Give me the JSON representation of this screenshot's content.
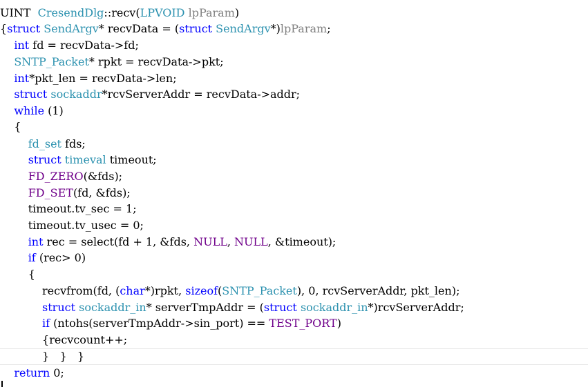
{
  "editor": {
    "lines": [
      [
        {
          "t": "UINT ",
          "c": "fn"
        },
        {
          "t": " CresendDlg",
          "c": "ty"
        },
        {
          "t": "::recv(",
          "c": "fn"
        },
        {
          "t": "LPVOID",
          "c": "ty"
        },
        {
          "t": " lpParam",
          "c": "par"
        },
        {
          "t": ")",
          "c": "fn"
        }
      ],
      [
        {
          "t": "{",
          "c": "fn"
        },
        {
          "t": "struct",
          "c": "kw"
        },
        {
          "t": " ",
          "c": "fn"
        },
        {
          "t": "SendArgv",
          "c": "ty"
        },
        {
          "t": "* recvData = (",
          "c": "fn"
        },
        {
          "t": "struct",
          "c": "kw"
        },
        {
          "t": " ",
          "c": "fn"
        },
        {
          "t": "SendArgv",
          "c": "ty"
        },
        {
          "t": "*)",
          "c": "fn"
        },
        {
          "t": "lpParam",
          "c": "par"
        },
        {
          "t": ";",
          "c": "fn"
        }
      ],
      [
        {
          "t": "    ",
          "c": "fn"
        },
        {
          "t": "int",
          "c": "kw"
        },
        {
          "t": " fd = recvData->fd;",
          "c": "fn"
        }
      ],
      [
        {
          "t": "    ",
          "c": "fn"
        },
        {
          "t": "SNTP_Packet",
          "c": "ty"
        },
        {
          "t": "* rpkt = recvData->pkt;",
          "c": "fn"
        }
      ],
      [
        {
          "t": "    ",
          "c": "fn"
        },
        {
          "t": "int",
          "c": "kw"
        },
        {
          "t": "*pkt_len = recvData->len;",
          "c": "fn"
        }
      ],
      [
        {
          "t": "    ",
          "c": "fn"
        },
        {
          "t": "struct",
          "c": "kw"
        },
        {
          "t": " ",
          "c": "fn"
        },
        {
          "t": "sockaddr",
          "c": "ty"
        },
        {
          "t": "*rcvServerAddr = recvData->addr;",
          "c": "fn"
        }
      ],
      [
        {
          "t": "    ",
          "c": "fn"
        },
        {
          "t": "while",
          "c": "kw"
        },
        {
          "t": " (1)",
          "c": "fn"
        }
      ],
      [
        {
          "t": "    {",
          "c": "fn"
        }
      ],
      [
        {
          "t": "        ",
          "c": "fn"
        },
        {
          "t": "fd_set",
          "c": "ty"
        },
        {
          "t": " fds;",
          "c": "fn"
        }
      ],
      [
        {
          "t": "        ",
          "c": "fn"
        },
        {
          "t": "struct",
          "c": "kw"
        },
        {
          "t": " ",
          "c": "fn"
        },
        {
          "t": "timeval",
          "c": "ty"
        },
        {
          "t": " timeout;",
          "c": "fn"
        }
      ],
      [
        {
          "t": "        ",
          "c": "fn"
        },
        {
          "t": "FD_ZERO",
          "c": "mac"
        },
        {
          "t": "(&fds);",
          "c": "fn"
        }
      ],
      [
        {
          "t": "        ",
          "c": "fn"
        },
        {
          "t": "FD_SET",
          "c": "mac"
        },
        {
          "t": "(fd, &fds);",
          "c": "fn"
        }
      ],
      [
        {
          "t": "        timeout.tv_sec = 1;",
          "c": "fn"
        }
      ],
      [
        {
          "t": "        timeout.tv_usec = 0;",
          "c": "fn"
        }
      ],
      [
        {
          "t": "        ",
          "c": "fn"
        },
        {
          "t": "int",
          "c": "kw"
        },
        {
          "t": " rec = select(fd + 1, &fds, ",
          "c": "fn"
        },
        {
          "t": "NULL",
          "c": "mac"
        },
        {
          "t": ", ",
          "c": "fn"
        },
        {
          "t": "NULL",
          "c": "mac"
        },
        {
          "t": ", &timeout);",
          "c": "fn"
        }
      ],
      [
        {
          "t": "        ",
          "c": "fn"
        },
        {
          "t": "if",
          "c": "kw"
        },
        {
          "t": " (rec> 0)",
          "c": "fn"
        }
      ],
      [
        {
          "t": "        {",
          "c": "fn"
        }
      ],
      [
        {
          "t": "            recvfrom(fd, (",
          "c": "fn"
        },
        {
          "t": "char",
          "c": "kw"
        },
        {
          "t": "*)rpkt, ",
          "c": "fn"
        },
        {
          "t": "sizeof",
          "c": "kw"
        },
        {
          "t": "(",
          "c": "fn"
        },
        {
          "t": "SNTP_Packet",
          "c": "ty"
        },
        {
          "t": "), 0, rcvServerAddr, pkt_len);",
          "c": "fn"
        }
      ],
      [
        {
          "t": "            ",
          "c": "fn"
        },
        {
          "t": "struct",
          "c": "kw"
        },
        {
          "t": " ",
          "c": "fn"
        },
        {
          "t": "sockaddr_in",
          "c": "ty"
        },
        {
          "t": "* serverTmpAddr = (",
          "c": "fn"
        },
        {
          "t": "struct",
          "c": "kw"
        },
        {
          "t": " ",
          "c": "fn"
        },
        {
          "t": "sockaddr_in",
          "c": "ty"
        },
        {
          "t": "*)rcvServerAddr;",
          "c": "fn"
        }
      ],
      [
        {
          "t": "            ",
          "c": "fn"
        },
        {
          "t": "if",
          "c": "kw"
        },
        {
          "t": " (ntohs(serverTmpAddr->sin_port) == ",
          "c": "fn"
        },
        {
          "t": "TEST_PORT",
          "c": "mac"
        },
        {
          "t": ")",
          "c": "fn"
        }
      ],
      [
        {
          "t": "            {recvcount++;",
          "c": "fn"
        }
      ],
      [
        {
          "t": "            }   }   }",
          "c": "fn"
        }
      ],
      [
        {
          "t": "    ",
          "c": "fn"
        },
        {
          "t": "return",
          "c": "kw"
        },
        {
          "t": " 0;",
          "c": "fn"
        }
      ]
    ]
  }
}
